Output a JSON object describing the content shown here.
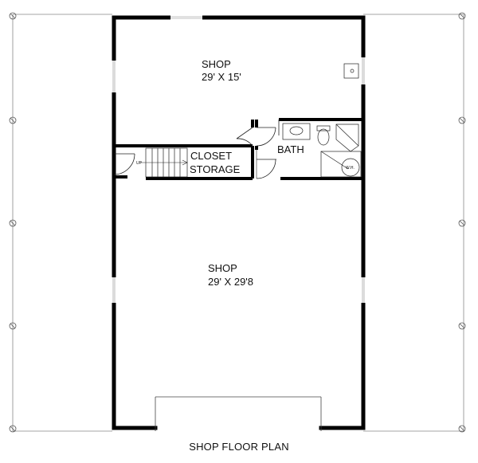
{
  "rooms": {
    "shop_upper": {
      "name": "SHOP",
      "dims": "29' X 15'"
    },
    "shop_lower": {
      "name": "SHOP",
      "dims": "29' X 29'8"
    },
    "bath": {
      "name": "BATH"
    },
    "closet": {
      "name": "CLOSET"
    },
    "storage": {
      "name": "STORAGE"
    },
    "wh": {
      "name": "W.H."
    },
    "stair_up": {
      "name": "UP"
    }
  },
  "caption": "SHOP FLOOR PLAN"
}
